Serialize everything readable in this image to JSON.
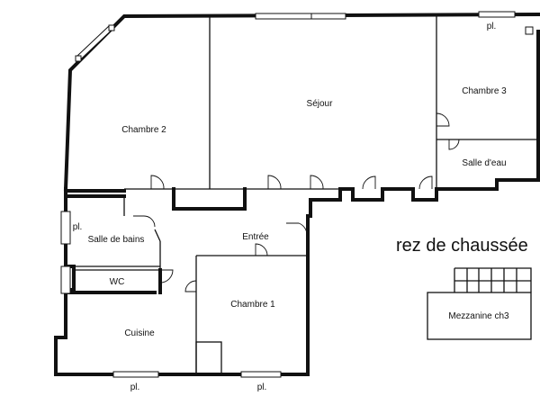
{
  "plan": {
    "title": "rez de chaussée",
    "rooms": {
      "sejour": "Séjour",
      "chambre2": "Chambre 2",
      "chambre3": "Chambre 3",
      "salle_eau": "Salle d'eau",
      "entree": "Entrée",
      "salle_de_bains": "Salle de bains",
      "wc": "WC",
      "chambre1": "Chambre 1",
      "cuisine": "Cuisine",
      "mezzanine": "Mezzanine ch3"
    },
    "annotations": {
      "pl_top": "pl.",
      "pl_left": "pl.",
      "pl_bottom_left": "pl.",
      "pl_bottom_right": "pl."
    }
  }
}
